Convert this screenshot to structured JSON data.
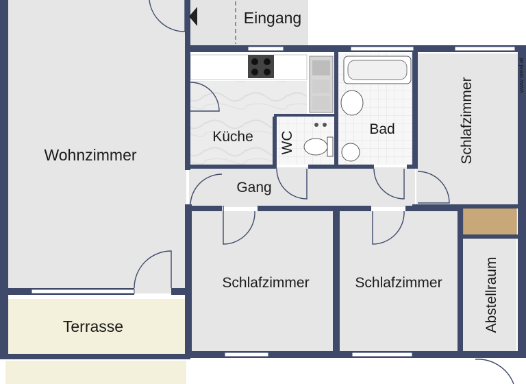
{
  "floorplan": {
    "rooms": {
      "wohnzimmer": "Wohnzimmer",
      "eingang": "Eingang",
      "kueche": "Küche",
      "wc": "WC",
      "bad": "Bad",
      "gang": "Gang",
      "schlafzimmer_right": "Schlafzimmer",
      "schlafzimmer_left": "Schlafzimmer",
      "schlafzimmer_middle": "Schlafzimmer",
      "abstellraum": "Abstellraum",
      "terrasse": "Terrasse"
    },
    "watermark": "www.sreal.at"
  },
  "colors": {
    "wall": "#3f4a6b",
    "room_floor": "#e6e6e6",
    "terrace": "#f3f1dc",
    "tile": "#f7f7f7",
    "wood": "#c8a878",
    "entrance_area": "#e4e4e4"
  }
}
